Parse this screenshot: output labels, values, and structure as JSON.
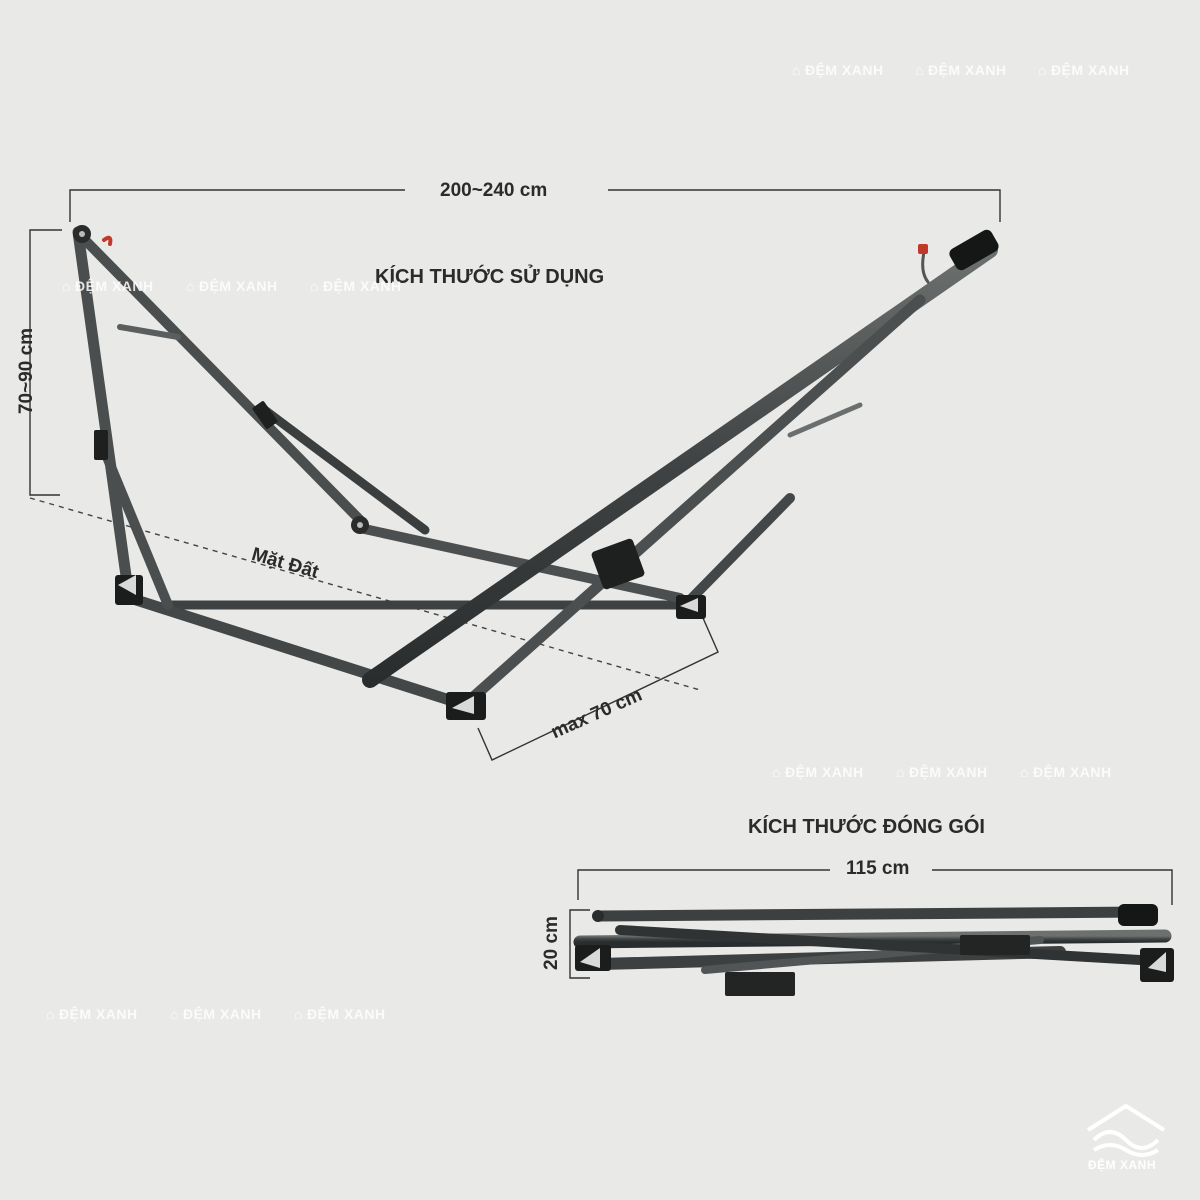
{
  "dimensions": {
    "width_label": "200~240 cm",
    "height_label": "70~90 cm",
    "depth_label": "max 70 cm",
    "ground_label": "Mặt Đất",
    "packed_length_label": "115 cm",
    "packed_height_label": "20 cm"
  },
  "headings": {
    "in_use": "KÍCH THƯỚC SỬ DỤNG",
    "packed": "KÍCH THƯỚC ĐÓNG GÓI"
  },
  "watermark": {
    "text": "ĐỆM XANH",
    "logo_text": "ĐỆM XANH"
  },
  "colors": {
    "background": "#e9e9e7",
    "frame": "#4f5353",
    "frame_dark": "#222424",
    "dimension_line": "#333333",
    "label": "#2b2b2b",
    "accent_red": "#c0392b"
  }
}
